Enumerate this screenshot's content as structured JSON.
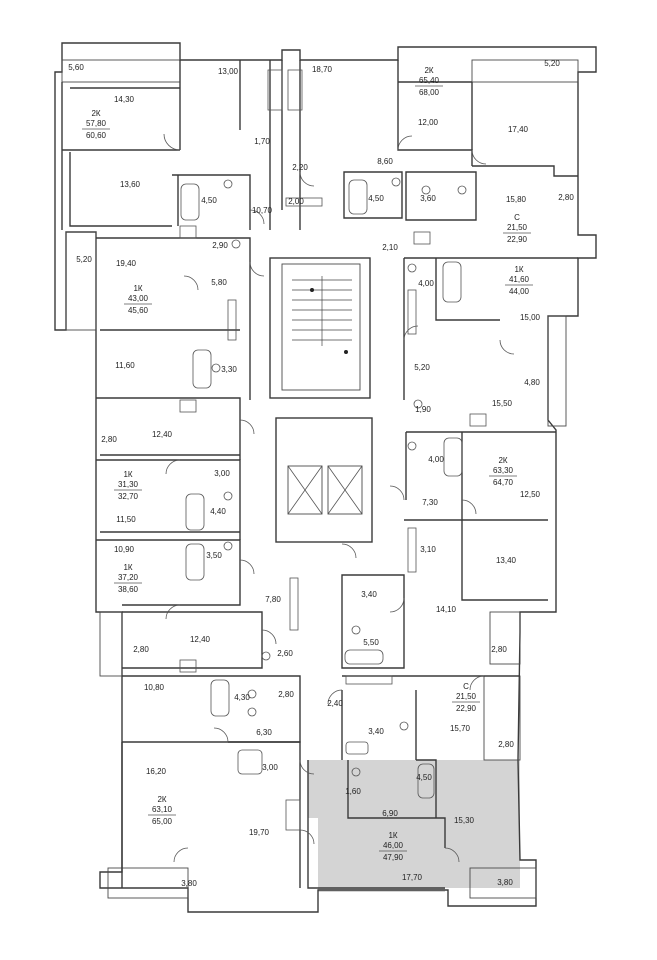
{
  "room_areas": [
    {
      "id": "r1",
      "text": "5,60"
    },
    {
      "id": "r2",
      "text": "13,00"
    },
    {
      "id": "r3",
      "text": "18,70"
    },
    {
      "id": "r4",
      "text": "5,20"
    },
    {
      "id": "r5",
      "text": "14,30"
    },
    {
      "id": "r6",
      "text": "12,00"
    },
    {
      "id": "r7",
      "text": "17,40"
    },
    {
      "id": "r8",
      "text": "1,70"
    },
    {
      "id": "r9",
      "text": "2,20"
    },
    {
      "id": "r10",
      "text": "8,60"
    },
    {
      "id": "r11",
      "text": "13,60"
    },
    {
      "id": "r12",
      "text": "4,50"
    },
    {
      "id": "r13",
      "text": "10,70"
    },
    {
      "id": "r14",
      "text": "2,00"
    },
    {
      "id": "r15",
      "text": "4,50"
    },
    {
      "id": "r16",
      "text": "3,60"
    },
    {
      "id": "r17",
      "text": "15,80"
    },
    {
      "id": "r18",
      "text": "2,80"
    },
    {
      "id": "r19",
      "text": "5,20"
    },
    {
      "id": "r20",
      "text": "2,90"
    },
    {
      "id": "r21",
      "text": "2,10"
    },
    {
      "id": "r22",
      "text": "19,40"
    },
    {
      "id": "r23",
      "text": "4,00"
    },
    {
      "id": "r24",
      "text": "5,80"
    },
    {
      "id": "r25",
      "text": "15,00"
    },
    {
      "id": "r26",
      "text": "11,60"
    },
    {
      "id": "r27",
      "text": "3,30"
    },
    {
      "id": "r28",
      "text": "5,20"
    },
    {
      "id": "r29",
      "text": "4,80"
    },
    {
      "id": "r30",
      "text": "1,90"
    },
    {
      "id": "r31",
      "text": "15,50"
    },
    {
      "id": "r32",
      "text": "2,80"
    },
    {
      "id": "r33",
      "text": "12,40"
    },
    {
      "id": "r34",
      "text": "4,00"
    },
    {
      "id": "r35",
      "text": "3,00"
    },
    {
      "id": "r36",
      "text": "12,50"
    },
    {
      "id": "r37",
      "text": "4,40"
    },
    {
      "id": "r38",
      "text": "7,30"
    },
    {
      "id": "r39",
      "text": "11,50"
    },
    {
      "id": "r40",
      "text": "3,10"
    },
    {
      "id": "r41",
      "text": "10,90"
    },
    {
      "id": "r42",
      "text": "3,50"
    },
    {
      "id": "r43",
      "text": "13,40"
    },
    {
      "id": "r44",
      "text": "3,40"
    },
    {
      "id": "r45",
      "text": "7,80"
    },
    {
      "id": "r46",
      "text": "14,10"
    },
    {
      "id": "r47",
      "text": "12,40"
    },
    {
      "id": "r48",
      "text": "2,80"
    },
    {
      "id": "r49",
      "text": "5,50"
    },
    {
      "id": "r50",
      "text": "2,60"
    },
    {
      "id": "r51",
      "text": "2,80"
    },
    {
      "id": "r52",
      "text": "10,80"
    },
    {
      "id": "r53",
      "text": "4,30"
    },
    {
      "id": "r54",
      "text": "2,80"
    },
    {
      "id": "r55",
      "text": "2,40"
    },
    {
      "id": "r56",
      "text": "6,30"
    },
    {
      "id": "r57",
      "text": "3,40"
    },
    {
      "id": "r58",
      "text": "15,70"
    },
    {
      "id": "r59",
      "text": "2,80"
    },
    {
      "id": "r60",
      "text": "16,20"
    },
    {
      "id": "r61",
      "text": "3,00"
    },
    {
      "id": "r62",
      "text": "4,50"
    },
    {
      "id": "r63",
      "text": "1,60"
    },
    {
      "id": "r64",
      "text": "6,90"
    },
    {
      "id": "r65",
      "text": "15,30"
    },
    {
      "id": "r66",
      "text": "19,70"
    },
    {
      "id": "r67",
      "text": "17,70"
    },
    {
      "id": "r68",
      "text": "3,80"
    },
    {
      "id": "r69",
      "text": "3,80"
    }
  ],
  "apartments": [
    {
      "id": "a1",
      "type": "2К",
      "living": "57,80",
      "total": "60,60"
    },
    {
      "id": "a2",
      "type": "2К",
      "living": "65,40",
      "total": "68,00"
    },
    {
      "id": "a3",
      "type": "С",
      "living": "21,50",
      "total": "22,90"
    },
    {
      "id": "a4",
      "type": "1К",
      "living": "41,60",
      "total": "44,00"
    },
    {
      "id": "a5",
      "type": "1К",
      "living": "43,00",
      "total": "45,60"
    },
    {
      "id": "a6",
      "type": "2К",
      "living": "63,30",
      "total": "64,70"
    },
    {
      "id": "a7",
      "type": "1К",
      "living": "31,30",
      "total": "32,70"
    },
    {
      "id": "a8",
      "type": "1К",
      "living": "37,20",
      "total": "38,60"
    },
    {
      "id": "a9",
      "type": "С",
      "living": "21,50",
      "total": "22,90"
    },
    {
      "id": "a10",
      "type": "2К",
      "living": "63,10",
      "total": "65,00"
    },
    {
      "id": "a11",
      "type": "1К",
      "living": "46,00",
      "total": "47,90"
    }
  ],
  "colors": {
    "wall": "#3a3a3a",
    "highlight": "#d4d4d4",
    "text": "#222222",
    "background": "#ffffff"
  },
  "icons": [
    "stair-icon",
    "elevator-icon",
    "bathtub-icon",
    "toilet-icon",
    "sink-icon",
    "stove-icon"
  ]
}
